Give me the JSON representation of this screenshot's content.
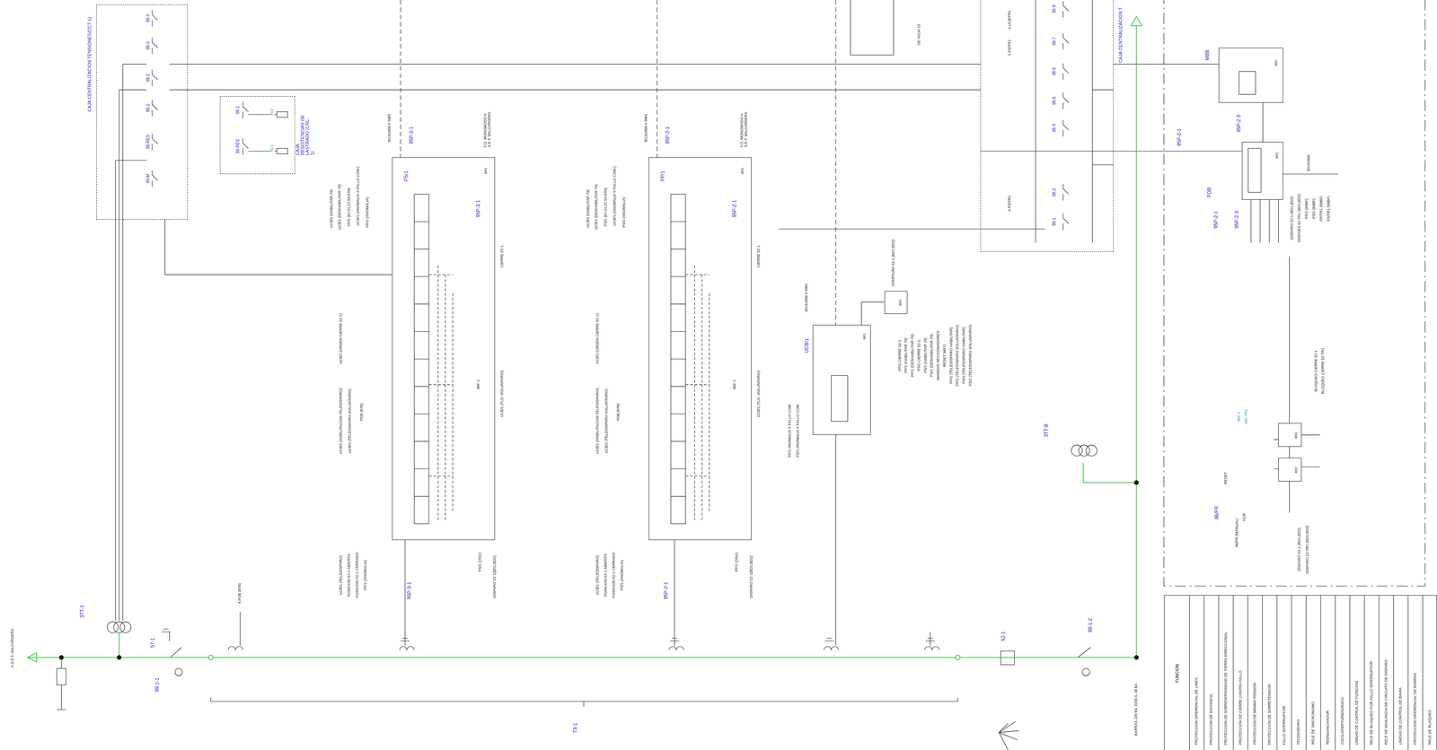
{
  "diagram": {
    "nodes": [
      {
        "text": [
          "CAJA CENTRALIZACION TENSIONES(CCT-1)"
        ]
      },
      {
        "text": [
          "CAJA RESISTENCIAS DE LASTRADO (CRL-1)"
        ]
      },
      {
        "text": [
          "PS/1",
          "BR1"
        ]
      },
      {
        "text": [
          "PP/1",
          "BR1"
        ]
      },
      {
        "text": [
          "UCB/1",
          "BR1"
        ]
      },
      {
        "text": [
          "BR1"
        ]
      },
      {
        "text": [
          "CAJA CENTRALIZACION T"
        ]
      },
      {
        "text": [
          "BR2"
        ]
      },
      {
        "text": [
          "BR2"
        ]
      },
      {
        "text": [
          "BR2"
        ]
      },
      {
        "text": [
          "BR2"
        ]
      },
      {
        "text": [
          "FUNCION"
        ]
      }
    ],
    "edges": [
      {
        "from": 0,
        "to": 2,
        "arrow": "none"
      },
      {
        "from": 4,
        "to": 5,
        "arrow": "none"
      },
      {
        "from": 8,
        "to": 7,
        "arrow": "none"
      },
      {
        "from": 9,
        "to": 10,
        "arrow": "none"
      }
    ],
    "labels": [
      "A.S.E.T. VALCARDERA",
      "3TT-1",
      "57-1",
      "89-1-1",
      "A PDB (87B)",
      "T/I-1",
      "95P-3-1",
      "95P-3-1",
      "95P-3-1",
      "IEC61850 A SW1",
      "F.O. MONOMODO A S.E.T. VALCARDERA",
      "CIERRE 52-1",
      "UCB/1 (HABILITAR 79)",
      "UCB/1 (DESHABILITAR 79)",
      "PP/1 (67,21,27,59,87N)",
      "UCB/1 (ANOMALIA Y FALLO COM.)",
      "PP/1 (ANOMALIA)",
      "UCB/1 (ORDEN CIERRE 52-1)",
      "UCB/1 (HABILITACION TELEDISPARO)",
      "UCB/1 (TELEDISPARO VOLUNTARIO)",
      "PDB (87B)",
      "86F-1",
      "UCB/1 (TLD. VOLUNTARIO)",
      "UCB/1 (TELEDISPARO)",
      "POSICION 52-1 ABIERTO",
      "POSICION 52-1 CERRADO",
      "PP/1 (ANOMALIA)",
      "PS/1 (OSC)",
      "DISPARO 52-1(BD1,BD2)",
      "95P-2-1",
      "95P-2-1",
      "95P-2-1",
      "IEC61850 A SW1",
      "F.O. MONOMODO A S.E.T. VALCARDERA",
      "CIERRE 52-1",
      "UCB/1 (HABILITAR 79)",
      "UCB/1 (DESHABILITAR 79)",
      "PS/1 (67,21,27,59,87N)",
      "UCB/1 (ANOMALIA Y FALLO COM.)",
      "PS/1 (ANOMALIA)",
      "UCB/1 (ORDEN CIERRE 52-1)",
      "UCB/1 (HABILITACION TELEDISPARO)",
      "UCB/1 (TELEDISPARO VOLUNTARIO)",
      "PDB (87B)",
      "86F-1",
      "UCB/1 (TLD. VOLUNTARIO)",
      "UCB/1 (TELEDISPARO)",
      "POSICION 52-1 ABIERTO",
      "POSICION 52-1 CERRADO",
      "PS/1 (ANOMALIA)",
      "PP/1 (OSC)",
      "DISPARO 52-1(BD1,BD2)",
      "IEC61850 A SW1",
      "APERTURA 52-1 (BD1,BD2)",
      "PP/1 CIERRE 52-1",
      "PP/1 (HABILITAR 79)",
      "PP/1 (DESHABILITAR 79)",
      "PS/1 CIERRE 52-1",
      "PS/1 (HABILITAR 79)",
      "PS/1 (DESHABILITAR 79)",
      "MANDOS SECCIONADORES",
      "RESET 86F/1",
      "PP/1 (TELEDISPARO HABILITAR)",
      "PP/1 (TELEDISPARO VOLUNTARIO)",
      "PS/1 (TELEDISPARO HABILITAR)",
      "PS/1 (TELEDISPARO VOLUNTARIO)",
      "PP/1 ANOMALIA Y FALLO COM.",
      "PS/1 ANOMALIA Y FALLO COM.",
      "DE HOJA 13",
      "52-1",
      "89-1-2",
      "BARRAS 220 kV, 3150 A, 40 kA",
      "3TT-B",
      "A UCB/TR1",
      "A PS/TR1",
      "A PS/TR1",
      "98-4",
      "98-3",
      "98-2",
      "98-1",
      "98-RES",
      "98-M",
      "98-1",
      "98-RES",
      "RC2",
      "RC1",
      "98-9",
      "98-7",
      "98-6",
      "98-5",
      "98-4",
      "98-2",
      "98-1",
      "MBB",
      "95P-2-1",
      "95P-2-3",
      "95P-2-1",
      "95P-2-3",
      "PDB",
      "IEC61850",
      "DISPARO 52-1 (BD1,BD2)",
      "DISPARO 52-TR1 (BD1,BD2)",
      "PP/1 (50BF)",
      "PS/1 (50BF)",
      "PP/TR1 (50BF)",
      "PS/TR1 (50BF)",
      "86F-1",
      "86F-TR1",
      "BLOQUEO CIERRE 52-1",
      "BLOQUEO CIERRE 52-TR1",
      "RESET",
      "86/FR",
      "86/FR (MANUAL)",
      "UCB",
      "DISPARO 52-1 (BD1,BD2)",
      "DISPARO 52-TR1 (BD1,BD2)",
      "PROTECCION DIFERENCIAL DE LINEA",
      "PROTECCION DE DISTANCIA",
      "PROTECCION DE SOBREINTENSIDAD DE TIERRA DIRECCIONAL",
      "PROTECCION DE CIERRE CONTRA FALLO",
      "PROTECCION DE MINIMA TENSION",
      "PROTECCION DE SOBRETENSION",
      "FALLO INTERRUPTOR",
      "TELEDISPARO",
      "RELE DE SINCRONISMO",
      "REENGANCHADOR",
      "OSCILOPERTURBOGRAFO",
      "UNIDAD DE CONTROL DE POSICION",
      "RELE DE BLOQUEO POR FALLO INTERRUPTOR",
      "RELE DE VIGILANCIA DE CIRCUITO DE DISPARO",
      "UNIDAD DE CONTROL DE BAHIA",
      "PROTECCION DIFERENCIAL DE BARRAS",
      "RELE DE BLOQUEO"
    ]
  }
}
